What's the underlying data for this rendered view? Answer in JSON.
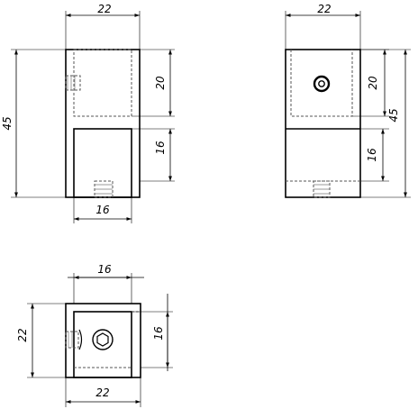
{
  "dimensions": {
    "front": {
      "top_width": "22",
      "height": "45",
      "upper_hidden_height": "20",
      "lower_pocket_height": "16",
      "pocket_width": "16"
    },
    "side": {
      "top_width": "22",
      "height": "45",
      "upper_hidden_height": "20",
      "lower_height": "16"
    },
    "top": {
      "top_width": "16",
      "height": "22",
      "pocket_height": "16",
      "bottom_width": "22"
    }
  },
  "colors": {
    "line": "#000000",
    "hidden_line": "#555555",
    "background": "#ffffff"
  }
}
